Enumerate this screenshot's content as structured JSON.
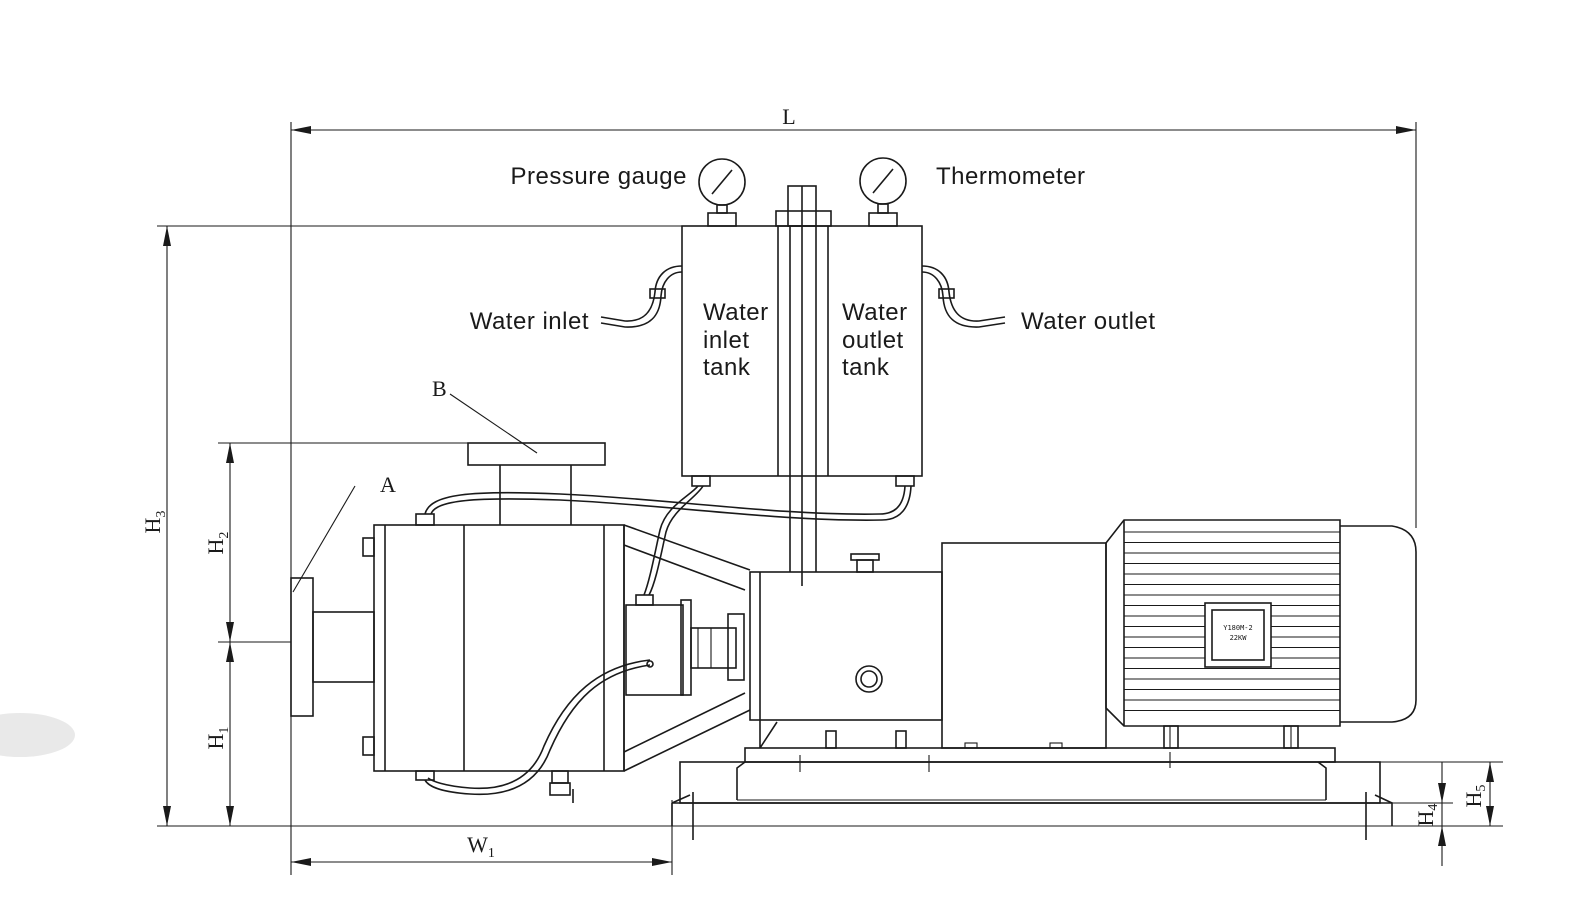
{
  "labels": {
    "pressure_gauge": "Pressure gauge",
    "thermometer": "Thermometer",
    "water_inlet": "Water inlet",
    "water_outlet": "Water outlet",
    "inlet_tank": [
      "Water",
      "inlet",
      "tank"
    ],
    "outlet_tank": [
      "Water",
      "outlet",
      "tank"
    ],
    "flange_a": "A",
    "flange_b": "B"
  },
  "dimensions": {
    "L": "L",
    "H3": {
      "main": "H",
      "sub": "3"
    },
    "H2": {
      "main": "H",
      "sub": "2"
    },
    "H1": {
      "main": "H",
      "sub": "1"
    },
    "W1": {
      "main": "W",
      "sub": "1"
    },
    "H4": {
      "main": "H",
      "sub": "4"
    },
    "H5": {
      "main": "H",
      "sub": "5"
    }
  },
  "motor_plate": [
    "Y180M-2",
    "22KW"
  ]
}
